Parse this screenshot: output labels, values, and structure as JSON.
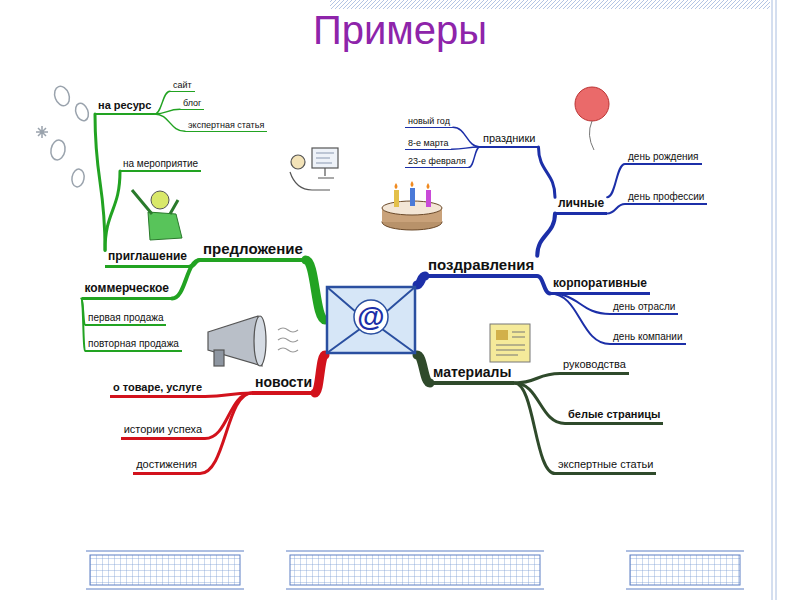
{
  "diagram": {
    "title": "Примеры",
    "nodes": [
      {
        "text": [
          "@"
        ]
      },
      {
        "text": [
          "предложение"
        ]
      },
      {
        "text": [
          "приглашение"
        ]
      },
      {
        "text": [
          "на ресурс"
        ]
      },
      {
        "text": [
          "сайт"
        ]
      },
      {
        "text": [
          "блог"
        ]
      },
      {
        "text": [
          "экспертная статья"
        ]
      },
      {
        "text": [
          "на мероприятие"
        ]
      },
      {
        "text": [
          "коммерческое"
        ]
      },
      {
        "text": [
          "первая продажа"
        ]
      },
      {
        "text": [
          "повторная продажа"
        ]
      },
      {
        "text": [
          "поздравления"
        ]
      },
      {
        "text": [
          "личные"
        ]
      },
      {
        "text": [
          "праздники"
        ]
      },
      {
        "text": [
          "новый год"
        ]
      },
      {
        "text": [
          "8-е марта"
        ]
      },
      {
        "text": [
          "23-е февраля"
        ]
      },
      {
        "text": [
          "день рождения"
        ]
      },
      {
        "text": [
          "день профессии"
        ]
      },
      {
        "text": [
          "корпоративные"
        ]
      },
      {
        "text": [
          "день отрасли"
        ]
      },
      {
        "text": [
          "день компании"
        ]
      },
      {
        "text": [
          "новости"
        ]
      },
      {
        "text": [
          "о товаре, услуге"
        ]
      },
      {
        "text": [
          "истории успеха"
        ]
      },
      {
        "text": [
          "достижения"
        ]
      },
      {
        "text": [
          "материалы"
        ]
      },
      {
        "text": [
          "руководства"
        ]
      },
      {
        "text": [
          "белые страницы"
        ]
      },
      {
        "text": [
          "экспертные статьи"
        ]
      }
    ],
    "edges": [
      {
        "from": 0,
        "to": 1,
        "arrow": "none"
      },
      {
        "from": 1,
        "to": 2,
        "arrow": "none"
      },
      {
        "from": 2,
        "to": 3,
        "arrow": "none"
      },
      {
        "from": 3,
        "to": 4,
        "arrow": "none"
      },
      {
        "from": 3,
        "to": 5,
        "arrow": "none"
      },
      {
        "from": 3,
        "to": 6,
        "arrow": "none"
      },
      {
        "from": 2,
        "to": 7,
        "arrow": "none"
      },
      {
        "from": 1,
        "to": 8,
        "arrow": "none"
      },
      {
        "from": 8,
        "to": 9,
        "arrow": "none"
      },
      {
        "from": 8,
        "to": 10,
        "arrow": "none"
      },
      {
        "from": 0,
        "to": 11,
        "arrow": "none"
      },
      {
        "from": 11,
        "to": 12,
        "arrow": "none"
      },
      {
        "from": 12,
        "to": 13,
        "arrow": "none"
      },
      {
        "from": 13,
        "to": 14,
        "arrow": "none"
      },
      {
        "from": 13,
        "to": 15,
        "arrow": "none"
      },
      {
        "from": 13,
        "to": 16,
        "arrow": "none"
      },
      {
        "from": 12,
        "to": 17,
        "arrow": "none"
      },
      {
        "from": 12,
        "to": 18,
        "arrow": "none"
      },
      {
        "from": 11,
        "to": 19,
        "arrow": "none"
      },
      {
        "from": 19,
        "to": 20,
        "arrow": "none"
      },
      {
        "from": 19,
        "to": 21,
        "arrow": "none"
      },
      {
        "from": 0,
        "to": 22,
        "arrow": "none"
      },
      {
        "from": 22,
        "to": 23,
        "arrow": "none"
      },
      {
        "from": 22,
        "to": 24,
        "arrow": "none"
      },
      {
        "from": 22,
        "to": 25,
        "arrow": "none"
      },
      {
        "from": 0,
        "to": 26,
        "arrow": "none"
      },
      {
        "from": 26,
        "to": 27,
        "arrow": "none"
      },
      {
        "from": 26,
        "to": 28,
        "arrow": "none"
      },
      {
        "from": 26,
        "to": 29,
        "arrow": "none"
      }
    ]
  }
}
